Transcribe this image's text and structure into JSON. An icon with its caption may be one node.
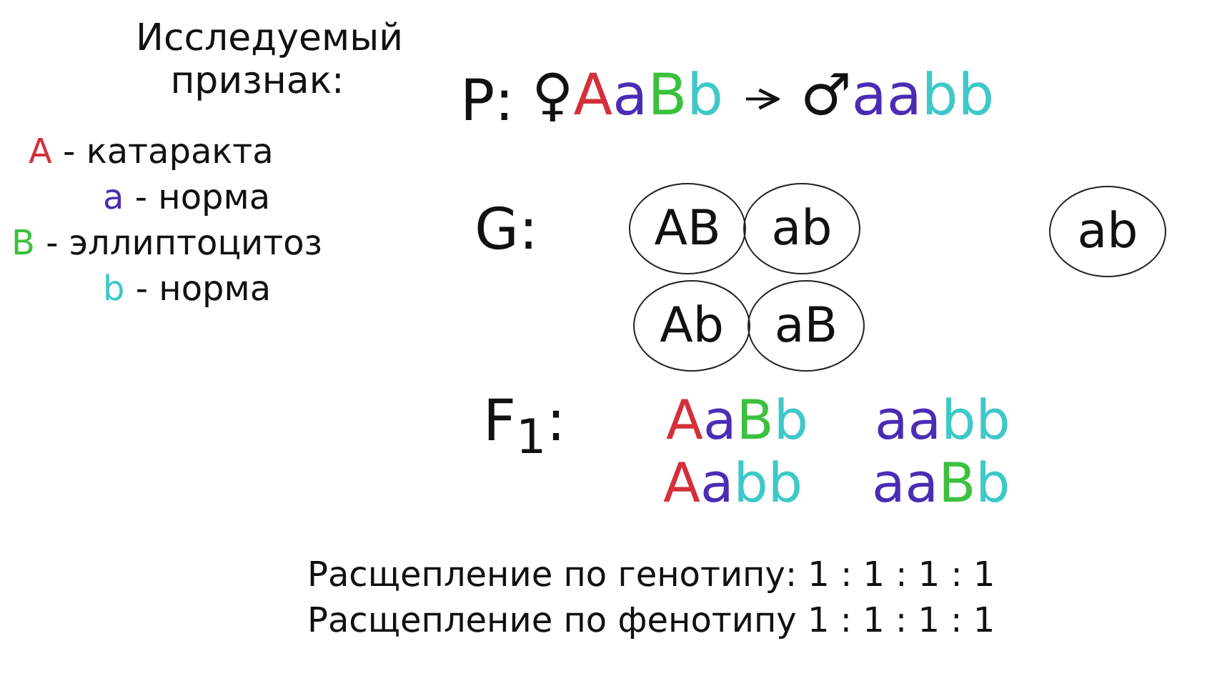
{
  "diagram": {
    "nodes": [
      {
        "text": [
          "♀AaBb"
        ]
      },
      {
        "text": [
          "♂aabb"
        ]
      },
      {
        "text": [
          "AB"
        ]
      },
      {
        "text": [
          "ab"
        ]
      },
      {
        "text": [
          "ab"
        ]
      },
      {
        "text": [
          "Ab"
        ]
      },
      {
        "text": [
          "aB"
        ]
      }
    ],
    "edges": [
      {
        "from": 0,
        "to": 1,
        "arrow": "to"
      }
    ],
    "labels": [
      "Исследуемый признак:",
      "P:",
      "G:",
      "F$_{1}$:",
      "AaBb",
      "aabb",
      "Aabb",
      "aaBb",
      "Расщепление по генотипу: 1 : 1 : 1 : 1",
      "Расщепление по фенотипу 1 : 1 : 1 : 1"
    ],
    "legend": [
      {
        "text": "A - катаракта",
        "color": "#d3303c"
      },
      {
        "text": "a - норма",
        "color": "#4a2db4"
      },
      {
        "text": "B - эллиптоцитоз",
        "color": "#3cc040"
      },
      {
        "text": "b - норма",
        "color": "#3ec8c8"
      }
    ]
  }
}
